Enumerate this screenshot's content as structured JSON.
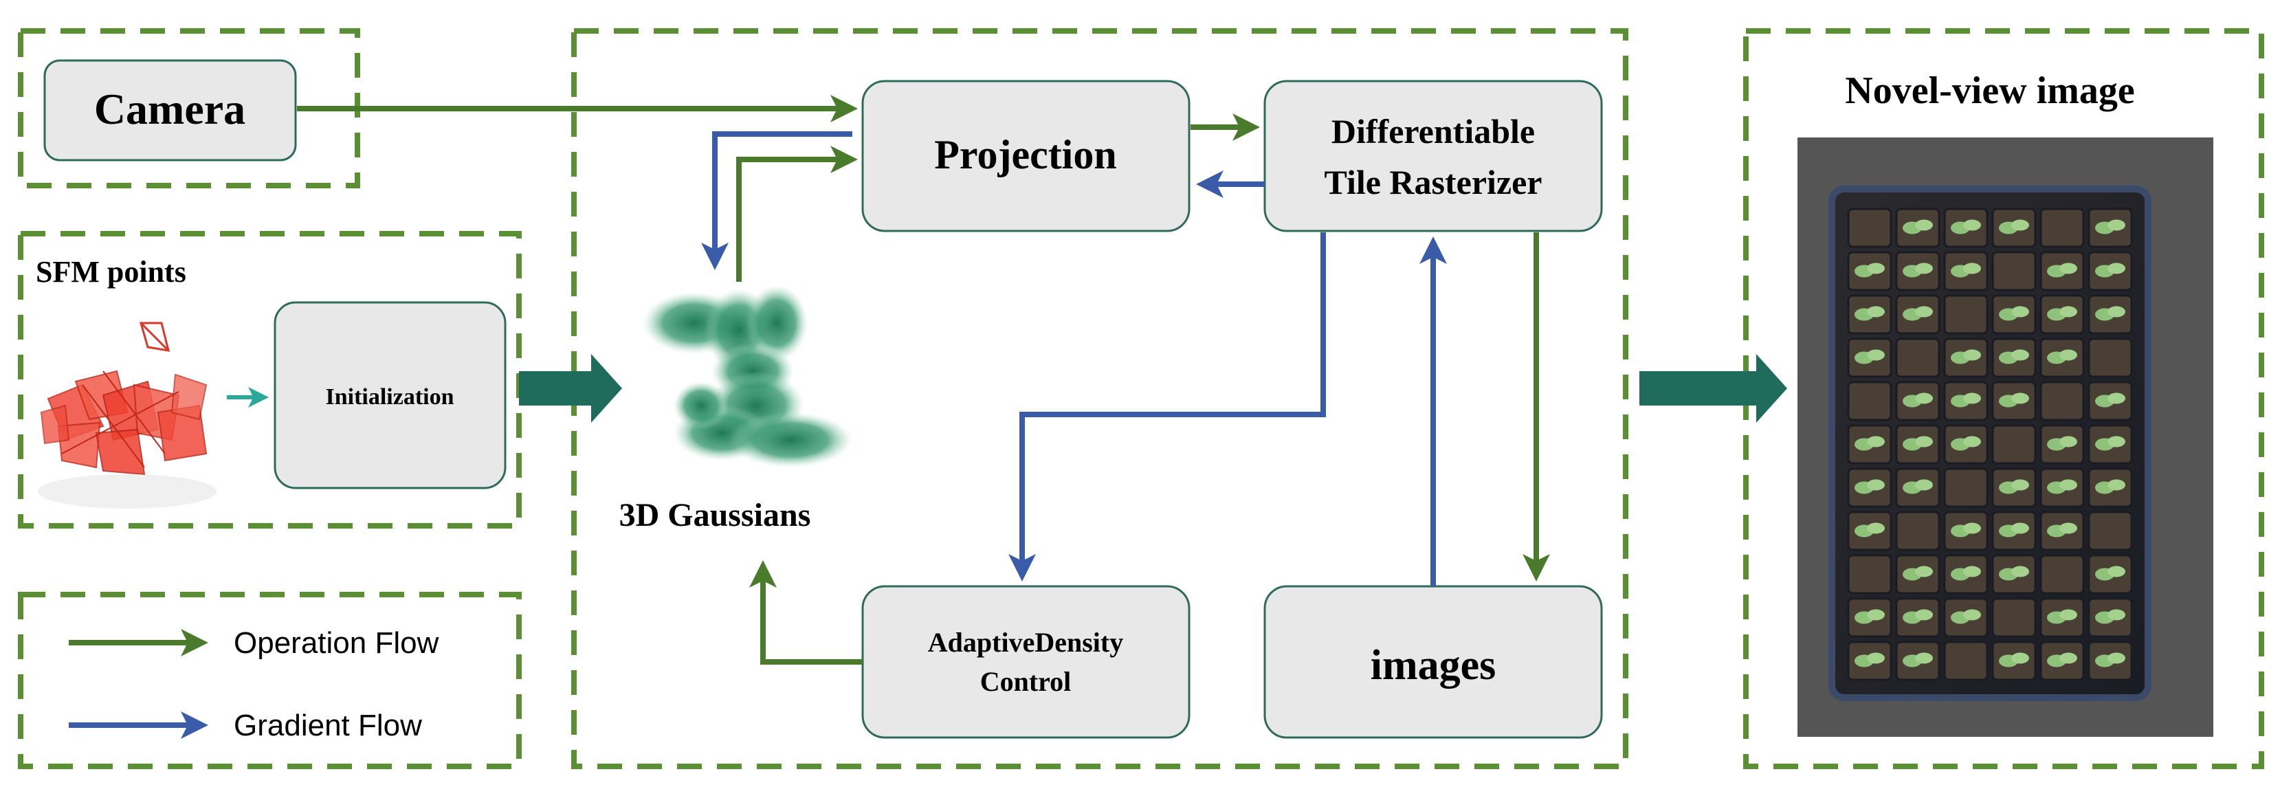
{
  "colors": {
    "operation": "#4a7a2c",
    "gradient": "#3a5ca8",
    "dash": "#5a8f34",
    "box_fill": "#e8e8e8",
    "box_stroke": "#2f6b5b",
    "big_arrow": "#1f6b5c",
    "small_arrow": "#2aa898",
    "image_bg": "#555555"
  },
  "labels": {
    "camera": "Camera",
    "sfm_points": "SFM points",
    "initialization": "Initialization",
    "projection": "Projection",
    "rasterizer_line1": "Differentiable",
    "rasterizer_line2": "Tile Rasterizer",
    "gaussians": "3D Gaussians",
    "adaptive_line1": "AdaptiveDensity",
    "adaptive_line2": "Control",
    "images": "images",
    "novel_view": "Novel-view image"
  },
  "legend": {
    "operation": "Operation Flow",
    "gradient": "Gradient Flow"
  },
  "icons": {
    "sfm": "sfm-point-cloud-icon",
    "gaussians": "gaussian-blob-icon",
    "render": "seedling-tray-render"
  }
}
